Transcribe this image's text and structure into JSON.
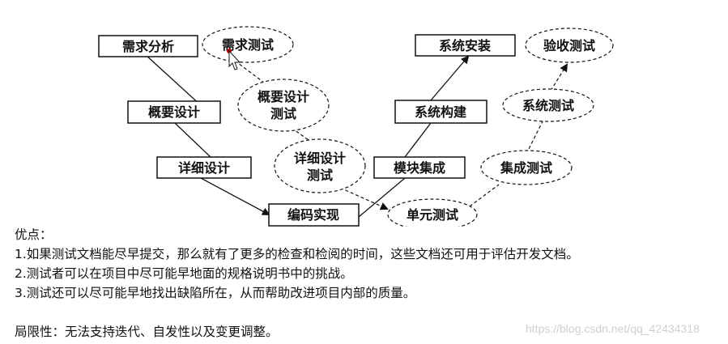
{
  "diagram": {
    "boxes": {
      "req_analysis": "需求分析",
      "outline_design": "概要设计",
      "detail_design": "详细设计",
      "coding": "编码实现",
      "module_integration": "模块集成",
      "system_build": "系统构建",
      "system_install": "系统安装"
    },
    "ellipses": {
      "req_test": "需求测试",
      "outline_test_l1": "概要设计",
      "outline_test_l2": "测试",
      "detail_test_l1": "详细设计",
      "detail_test_l2": "测试",
      "unit_test": "单元测试",
      "integration_test": "集成测试",
      "system_test": "系统测试",
      "acceptance_test": "验收测试"
    }
  },
  "notes": {
    "advantages_title": "优点：",
    "advantages": [
      "1.如果测试文档能尽早提交，那么就有了更多的检查和检阅的时间，这些文档还可用于评估开发文档。",
      "2.测试者可以在项目中尽可能早地面的规格说明书中的挑战。",
      "3.测试还可以尽可能早地找出缺陷所在，从而帮助改进项目内部的质量。"
    ],
    "limitation": "局限性：无法支持迭代、自发性以及变更调整。"
  },
  "watermark": "https://blog.csdn.net/qq_42434318"
}
